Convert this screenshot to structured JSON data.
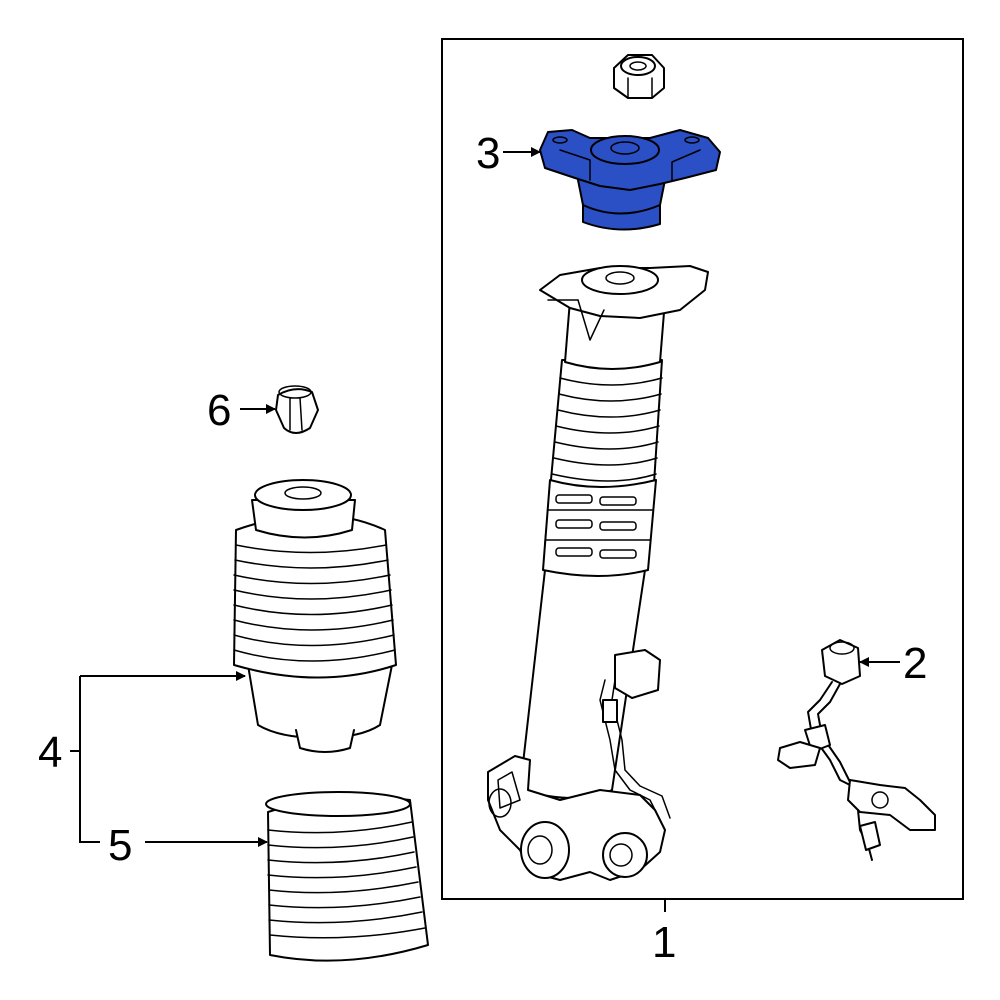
{
  "diagram": {
    "highlight_color": "#2b4fc4",
    "highlighted_part": "3",
    "callouts": [
      {
        "id": "c1",
        "label": "1",
        "part": "strut-assembly"
      },
      {
        "id": "c2",
        "label": "2",
        "part": "wiring-harness"
      },
      {
        "id": "c3",
        "label": "3",
        "part": "upper-mount"
      },
      {
        "id": "c4",
        "label": "4",
        "part": "air-spring"
      },
      {
        "id": "c5",
        "label": "5",
        "part": "bellows"
      },
      {
        "id": "c6",
        "label": "6",
        "part": "bump-stop"
      }
    ]
  }
}
